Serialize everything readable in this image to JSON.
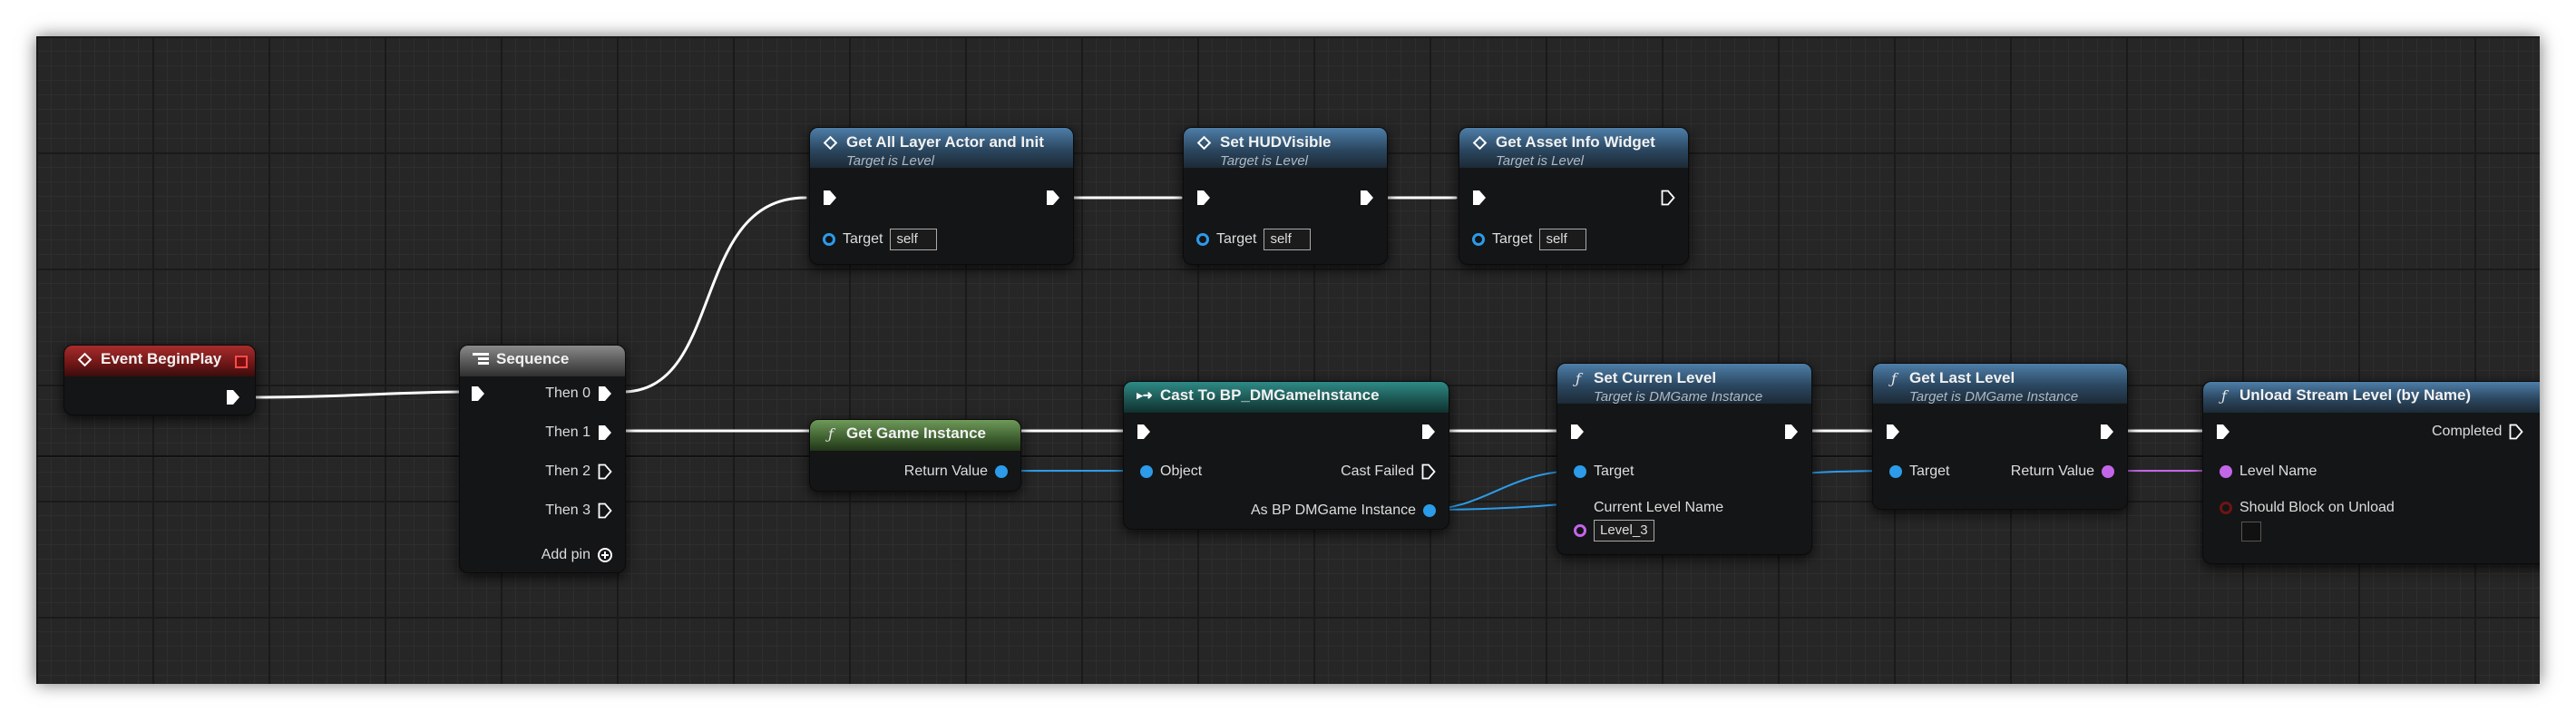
{
  "nodes": {
    "begin_play": {
      "title": "Event BeginPlay"
    },
    "sequence": {
      "title": "Sequence",
      "then0": "Then 0",
      "then1": "Then 1",
      "then2": "Then 2",
      "then3": "Then 3",
      "add_pin": "Add pin"
    },
    "get_all_layer": {
      "title": "Get All Layer Actor and Init",
      "subtitle": "Target is Level",
      "target_label": "Target",
      "target_value": "self"
    },
    "set_hud": {
      "title": "Set HUDVisible",
      "subtitle": "Target is Level",
      "target_label": "Target",
      "target_value": "self"
    },
    "get_asset_info": {
      "title": "Get Asset Info Widget",
      "subtitle": "Target is Level",
      "target_label": "Target",
      "target_value": "self"
    },
    "get_game_instance": {
      "title": "Get Game Instance",
      "return_label": "Return Value"
    },
    "cast": {
      "title": "Cast To BP_DMGameInstance",
      "object_label": "Object",
      "cast_failed": "Cast Failed",
      "as_label": "As BP DMGame Instance"
    },
    "set_current_level": {
      "title": "Set Curren Level",
      "subtitle": "Target is DMGame Instance",
      "target_label": "Target",
      "param_label": "Current Level Name",
      "param_value": "Level_3"
    },
    "get_last_level": {
      "title": "Get Last Level",
      "subtitle": "Target is DMGame Instance",
      "target_label": "Target",
      "return_label": "Return Value"
    },
    "unload_stream": {
      "title": "Unload Stream Level (by Name)",
      "completed": "Completed",
      "level_name": "Level Name",
      "block": "Should Block on Unload"
    }
  },
  "colors": {
    "exec_wire": "#ffffff",
    "object_pin": "#2c9be9",
    "name_pin": "#c266e9",
    "bool_pin": "#6e1414"
  }
}
